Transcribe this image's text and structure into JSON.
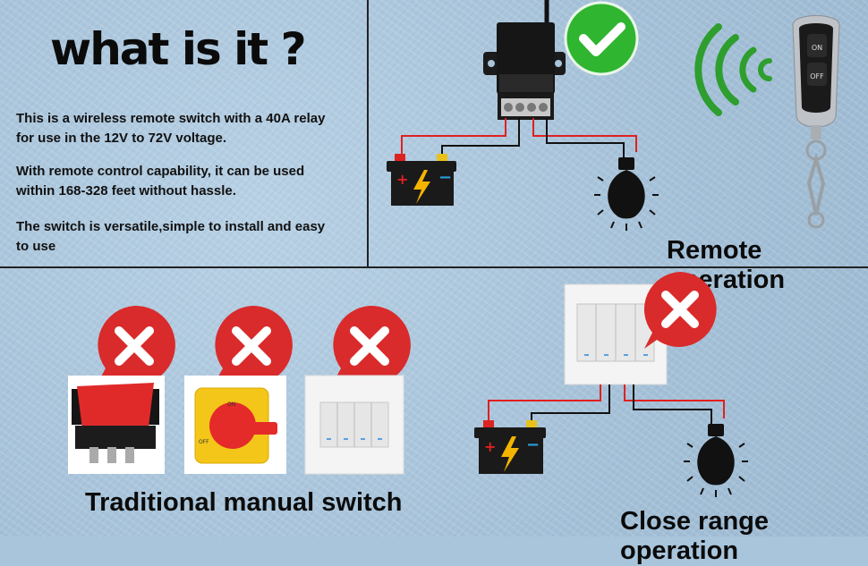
{
  "header": {
    "title": "what is it ?"
  },
  "description": {
    "p1_line1": "This is a wireless remote switch with a  40A  relay",
    "p1_line2": " for use in the 12V to 72V voltage.",
    "p2_line1": "With remote control capability, it can be used",
    "p2_line2": "within 168-328 feet without hassle.",
    "p3_line1": "The switch is versatile,simple to install and easy",
    "p3_line2": "to use"
  },
  "captions": {
    "remote": "Remote operation",
    "traditional": "Traditional manual switch",
    "close_range": "Close range operation"
  },
  "remote": {
    "on_label": "ON",
    "off_label": "OFF"
  },
  "rotary": {
    "on_label": "ON",
    "off_label": "OFF"
  },
  "icons": [
    "check-icon",
    "cross-icon",
    "signal-icon",
    "battery-icon",
    "bulb-icon"
  ],
  "colors": {
    "check": "#2fb52f",
    "cross": "#d92b2b",
    "signal": "#2e9e2e",
    "wire_red": "#e02020",
    "wire_black": "#111111"
  }
}
